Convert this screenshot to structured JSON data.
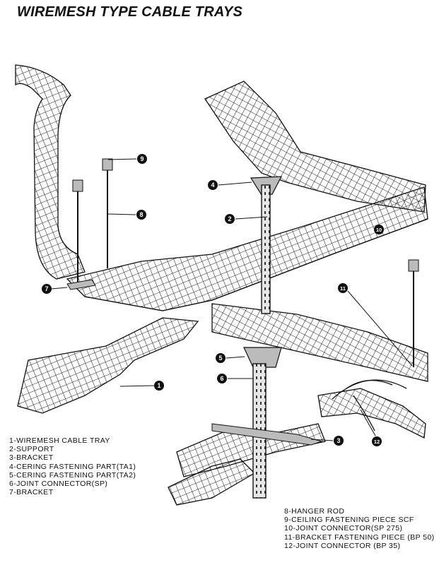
{
  "title": "WIREMESH TYPE CABLE TRAYS",
  "callouts": [
    "1",
    "2",
    "3",
    "4",
    "5",
    "6",
    "7",
    "8",
    "9",
    "10",
    "11",
    "12"
  ],
  "legend_left": [
    "1-WIREMESH CABLE TRAY",
    "2-SUPPORT",
    "3-BRACKET",
    "4-CERING FASTENING PART(TA1)",
    "5-CERING FASTENING PART(TA2)",
    "6-JOINT CONNECTOR(SP)",
    "7-BRACKET"
  ],
  "legend_right": [
    "8-HANGER ROD",
    "9-CEILING FASTENING PIECE SCF",
    "10-JOINT CONNECTOR(SP 275)",
    "11-BRACKET FASTENING PIECE (BP 50)",
    "12-JOINT CONNECTOR (BP 35)"
  ]
}
